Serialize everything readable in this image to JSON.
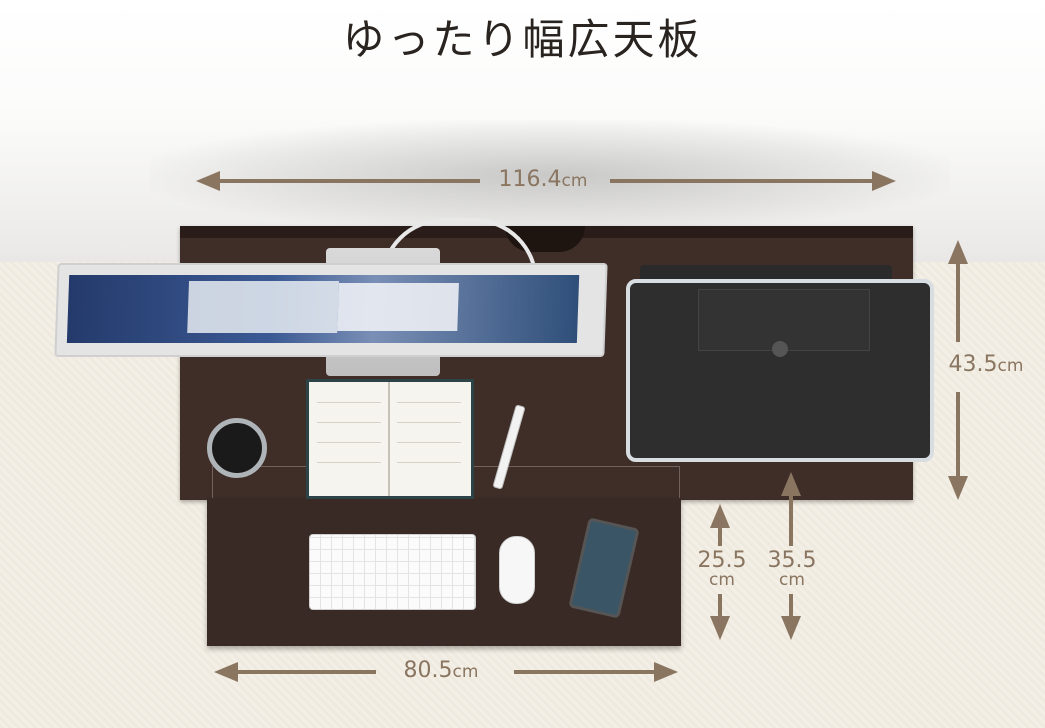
{
  "title": "ゆったり幅広天板",
  "dimensions": {
    "width_top": {
      "value": "116.4",
      "unit": "cm"
    },
    "depth_top": {
      "value": "43.5",
      "unit": "cm"
    },
    "tray_width": {
      "value": "80.5",
      "unit": "cm"
    },
    "tray_depth": {
      "value": "25.5",
      "unit": "cm"
    },
    "tray_reach": {
      "value": "35.5",
      "unit": "cm"
    }
  },
  "colors": {
    "annotation": "#8a7560",
    "desk": "#3f2d28"
  }
}
